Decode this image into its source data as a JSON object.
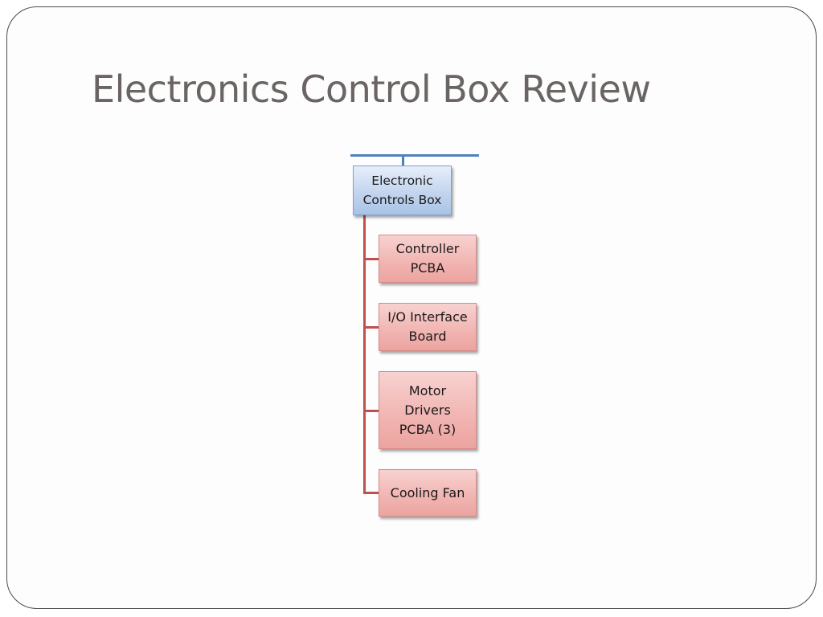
{
  "slide": {
    "title": "Electronics Control Box Review"
  },
  "diagram": {
    "parent": {
      "label": "Electronic\nControls Box"
    },
    "children": [
      {
        "label": "Controller\nPCBA"
      },
      {
        "label": "I/O Interface\nBoard"
      },
      {
        "label": "Motor\nDrivers\nPCBA (3)"
      },
      {
        "label": "Cooling Fan"
      }
    ]
  },
  "colors": {
    "title_text": "#6a6462",
    "parent_fill": "#c3d5ee",
    "parent_border": "#7ea1cf",
    "child_fill": "#f1b4b1",
    "child_border": "#d88a88",
    "child_connector": "#c0504d",
    "top_connector": "#4f81bd"
  }
}
